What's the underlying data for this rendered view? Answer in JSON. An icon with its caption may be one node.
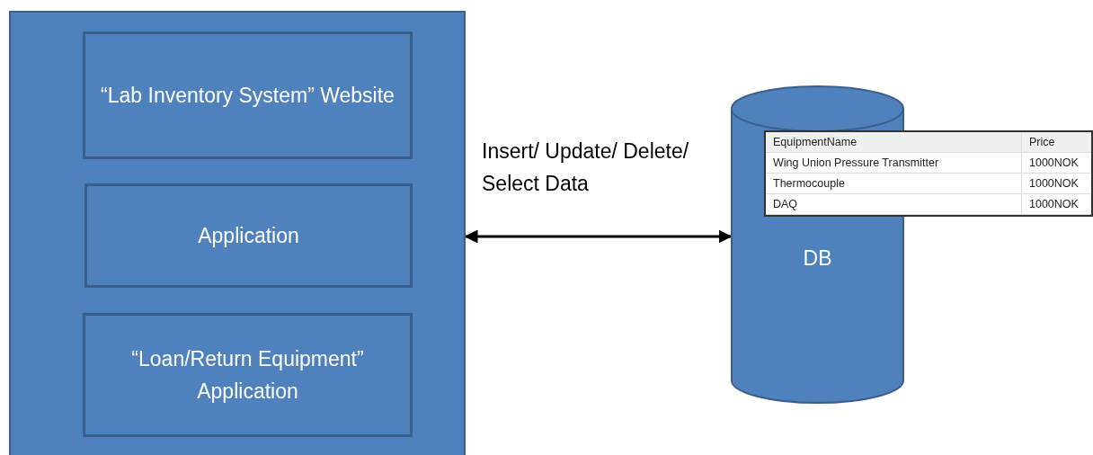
{
  "diagram": {
    "nodes": [
      {
        "text": [],
        "shape": "box"
      },
      {
        "text": [
          "“Lab Inventory System” Website"
        ],
        "in": 0
      },
      {
        "text": [
          "Application"
        ],
        "in": 0
      },
      {
        "text": [
          "“Loan/Return Equipment” Application"
        ],
        "in": 0
      },
      {
        "text": [
          "DB"
        ]
      }
    ],
    "edges": [
      {
        "from": 0,
        "to": 4,
        "arrow": "both",
        "label": "Insert/ Update/ Delete/ Select Data"
      }
    ],
    "labels": [
      "EquipmentName",
      "Price",
      "Wing Union Pressure Transmitter",
      "1000NOK",
      "Thermocouple",
      "1000NOK",
      "DAQ",
      "1000NOK"
    ]
  }
}
